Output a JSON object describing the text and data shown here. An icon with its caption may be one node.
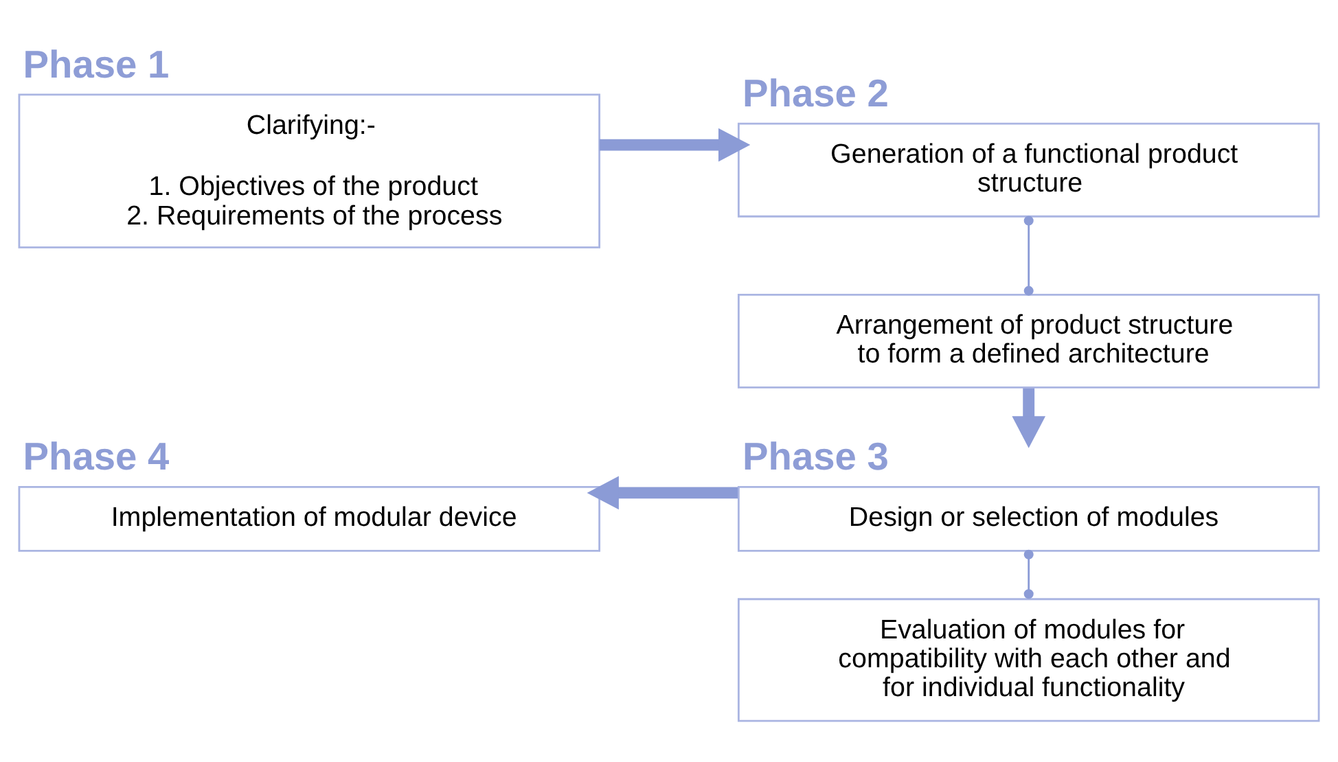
{
  "diagram": {
    "nodes": [
      {
        "text": [
          "Phase 1",
          "Clarifying:-",
          "1. Objectives of the product",
          "2. Requirements of the process"
        ]
      },
      {
        "text": [
          "Phase 2",
          "Generation of a functional product structure"
        ]
      },
      {
        "text": [
          "Arrangement of product structure to form a defined architecture"
        ]
      },
      {
        "text": [
          "Phase 3",
          "Design or selection of modules"
        ]
      },
      {
        "text": [
          "Evaluation of modules for compatibility with each other and for individual functionality"
        ]
      },
      {
        "text": [
          "Phase 4",
          "Implementation of modular device"
        ]
      }
    ],
    "edges": [
      {
        "from": 0,
        "to": 1,
        "arrow": "to"
      },
      {
        "from": 1,
        "to": 2,
        "arrow": "other"
      },
      {
        "from": 2,
        "to": 3,
        "arrow": "to"
      },
      {
        "from": 3,
        "to": 4,
        "arrow": "other"
      },
      {
        "from": 3,
        "to": 5,
        "arrow": "to"
      }
    ]
  }
}
